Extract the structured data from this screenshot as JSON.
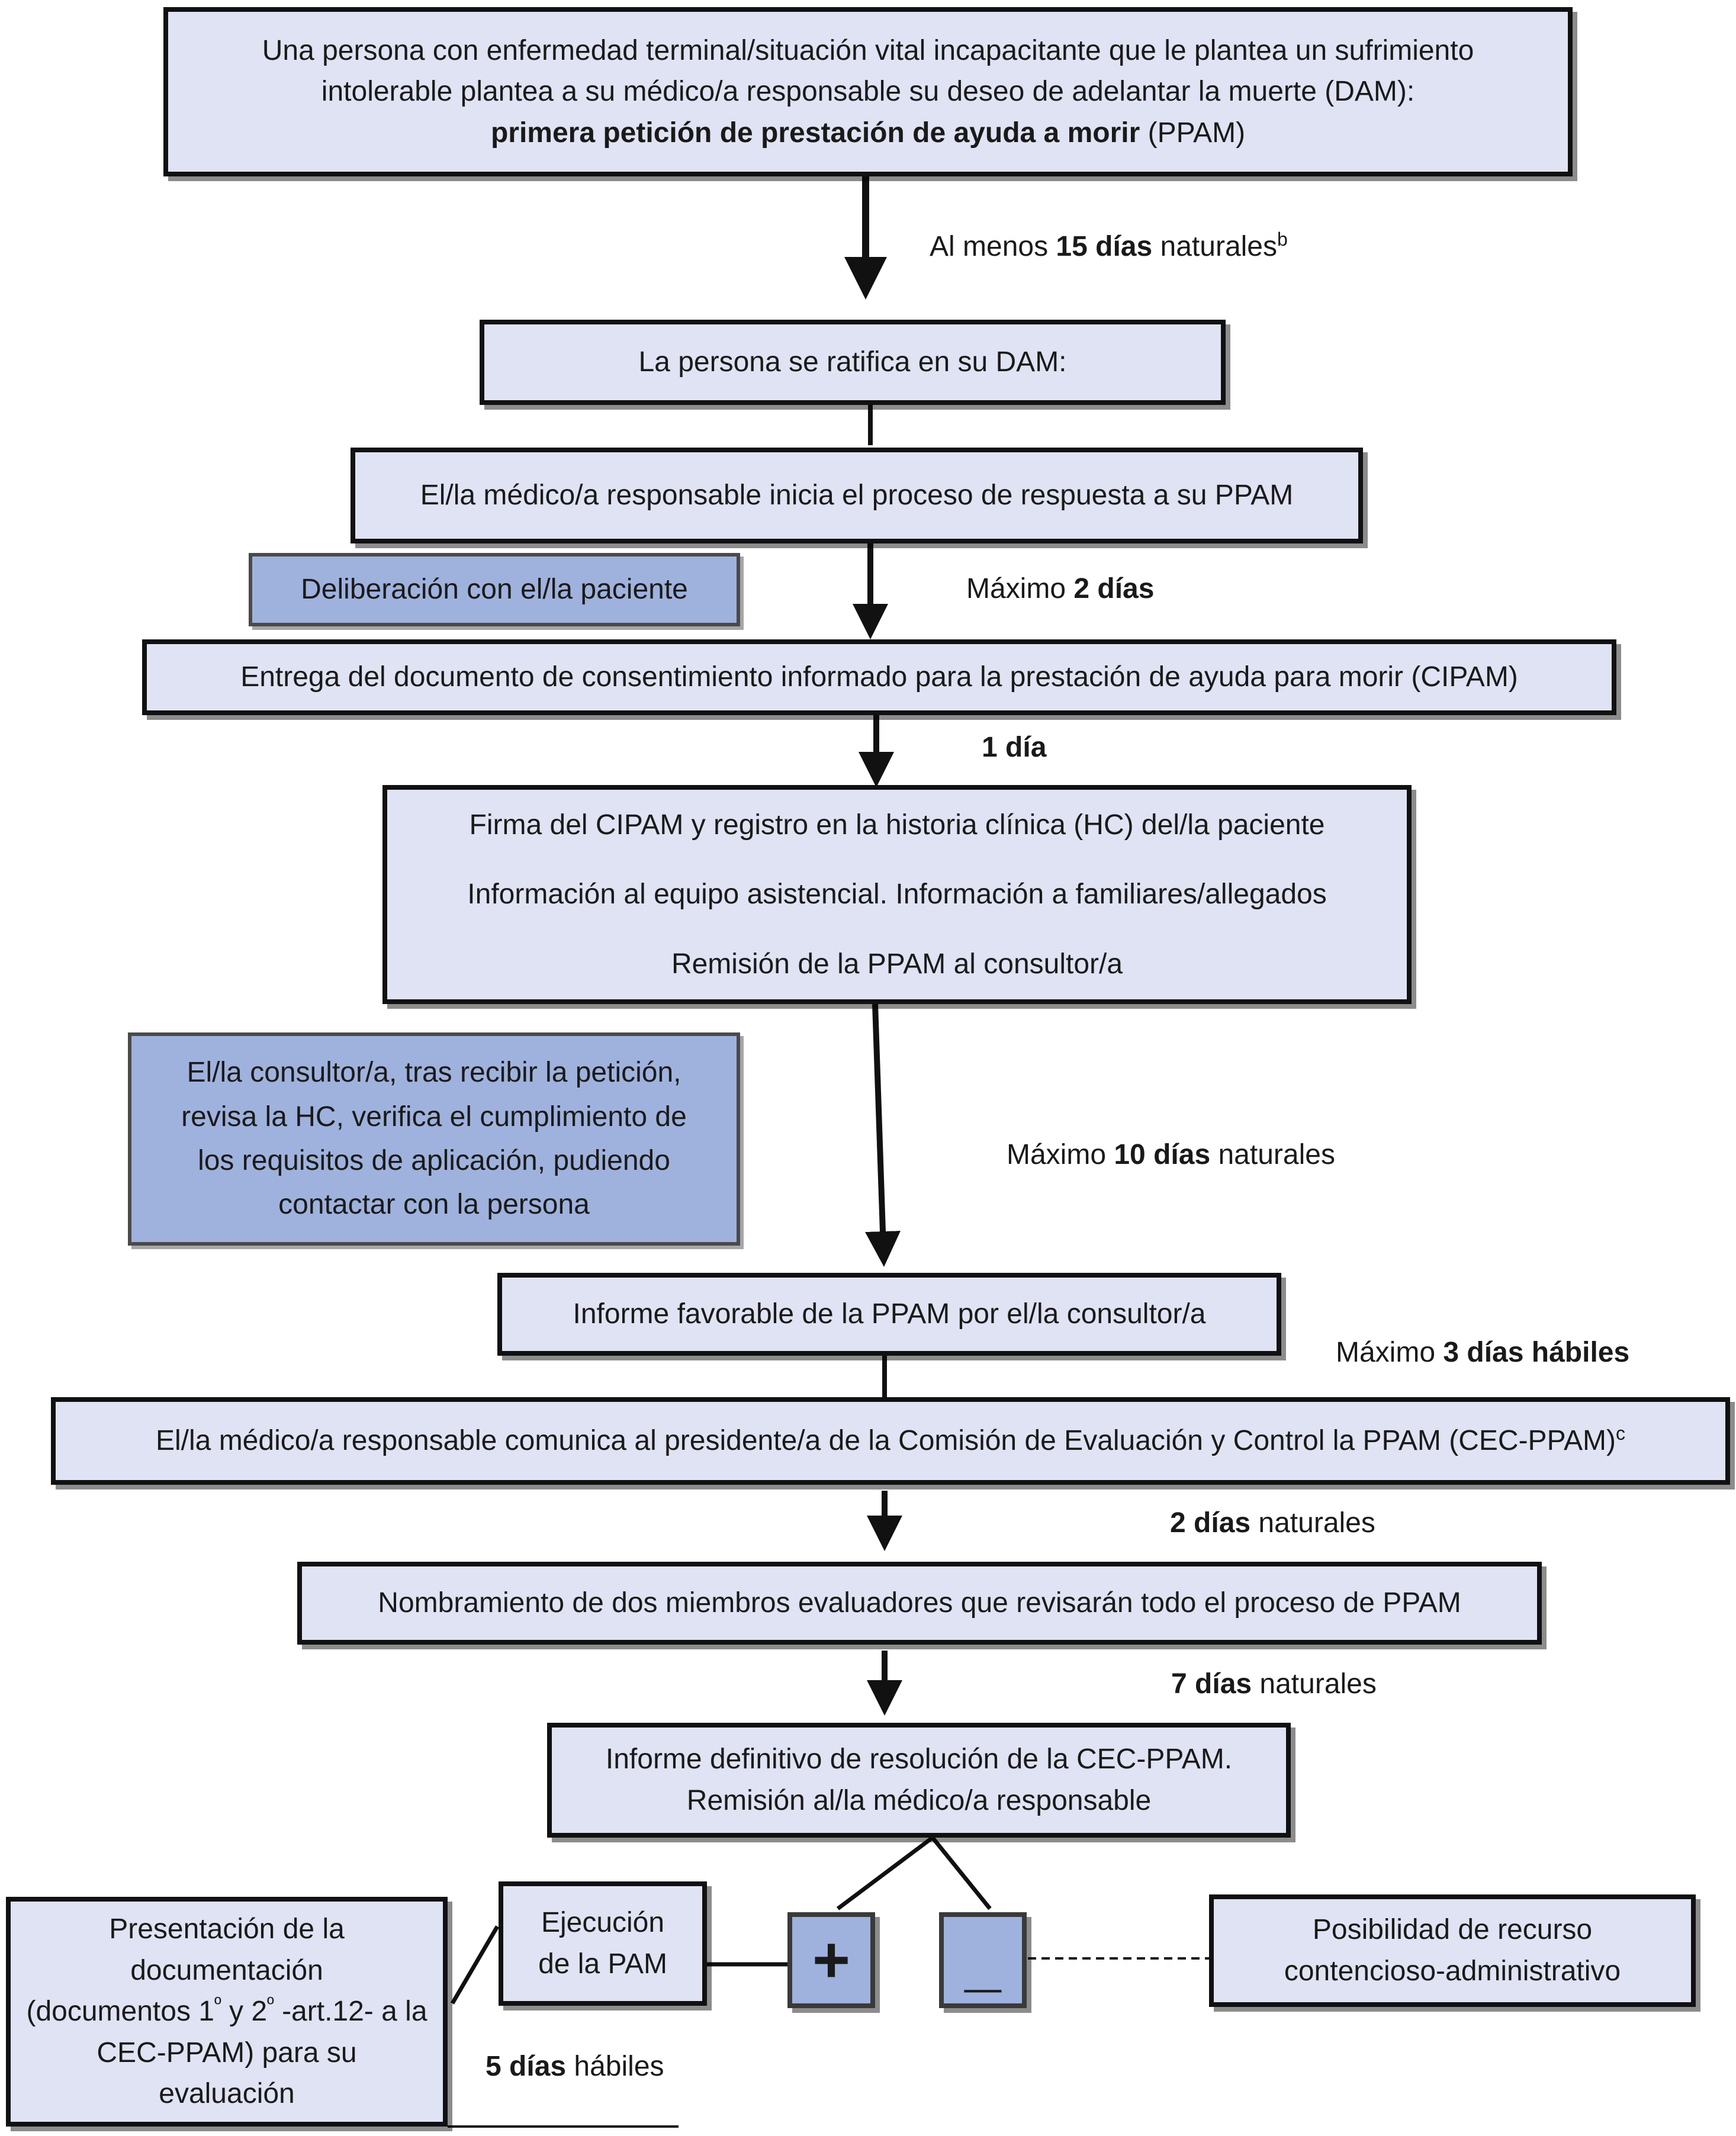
{
  "steps": {
    "first_request": {
      "line1": "Una persona con enfermedad terminal/situación vital incapacitante que le plantea un sufrimiento",
      "line2": "intolerable plantea a su médico/a responsable su deseo de adelantar la muerte (DAM):",
      "line3_bold": "primera petición de prestación de ayuda a morir",
      "line3_rest": " (PPAM)"
    },
    "ratifies": "La persona se ratifica en su DAM:",
    "doctor_starts": "El/la médico/a responsable inicia el proceso de respuesta a su PPAM",
    "deliberation": "Deliberación con el/la paciente",
    "cipam_delivery": "Entrega del documento de consentimiento informado para la prestación de ayuda para morir (CIPAM)",
    "sign_cipam": {
      "line1": "Firma del CIPAM y registro en la historia clínica (HC) del/la paciente",
      "line2": "Información al equipo asistencial. Información a familiares/allegados",
      "line3": "Remisión de la PPAM al consultor/a"
    },
    "consultant_review": {
      "line1": "El/la consultor/a, tras recibir la petición,",
      "line2": "revisa la HC, verifica el cumplimiento de",
      "line3": "los requisitos de aplicación, pudiendo",
      "line4": "contactar con la persona"
    },
    "favorable_report": "Informe favorable de la PPAM por el/la consultor/a",
    "communicate_cec": {
      "text": "El/la médico/a responsable comunica al presidente/a de la Comisión de Evaluación y Control la PPAM (CEC-PPAM)",
      "sup": "c"
    },
    "appoint_evaluators": "Nombramiento de dos miembros evaluadores que revisarán todo el proceso de PPAM",
    "final_report": {
      "line1": "Informe definitivo de resolución de la CEC-PPAM.",
      "line2": "Remisión al/la médico/a responsable"
    },
    "execution": {
      "line1": "Ejecución",
      "line2": "de la PAM"
    },
    "plus": "+",
    "minus": "_",
    "appeal": {
      "line1": "Posibilidad de recurso",
      "line2": "contencioso-administrativo"
    },
    "documentation": {
      "line1": "Presentación de la",
      "line2": "documentación",
      "line3a": "(documentos 1",
      "ord1": "º",
      "line3b": " y 2",
      "ord2": "º",
      "line3c": " -art.12- a la",
      "line4": "CEC-PPAM) para su",
      "line5": "evaluación"
    }
  },
  "timings": {
    "t1": {
      "pre": "Al menos ",
      "bold": "15 días",
      "post": " naturales",
      "sup": "b"
    },
    "t2": {
      "pre": "Máximo ",
      "bold": "2 días"
    },
    "t3": {
      "bold": "1 día"
    },
    "t4": {
      "pre": "Máximo ",
      "bold": "10 días",
      "post": " naturales"
    },
    "t5": {
      "pre": "Máximo ",
      "bold": "3 días hábiles"
    },
    "t6": {
      "bold": "2 días",
      "post": " naturales"
    },
    "t7": {
      "bold": "7 días",
      "post": " naturales"
    },
    "t8": {
      "bold": "5 días",
      "post": " hábiles"
    }
  },
  "colors": {
    "main_box_fill": "#dfe3f3",
    "side_box_fill": "#9fb2dd",
    "border": "#111111"
  }
}
